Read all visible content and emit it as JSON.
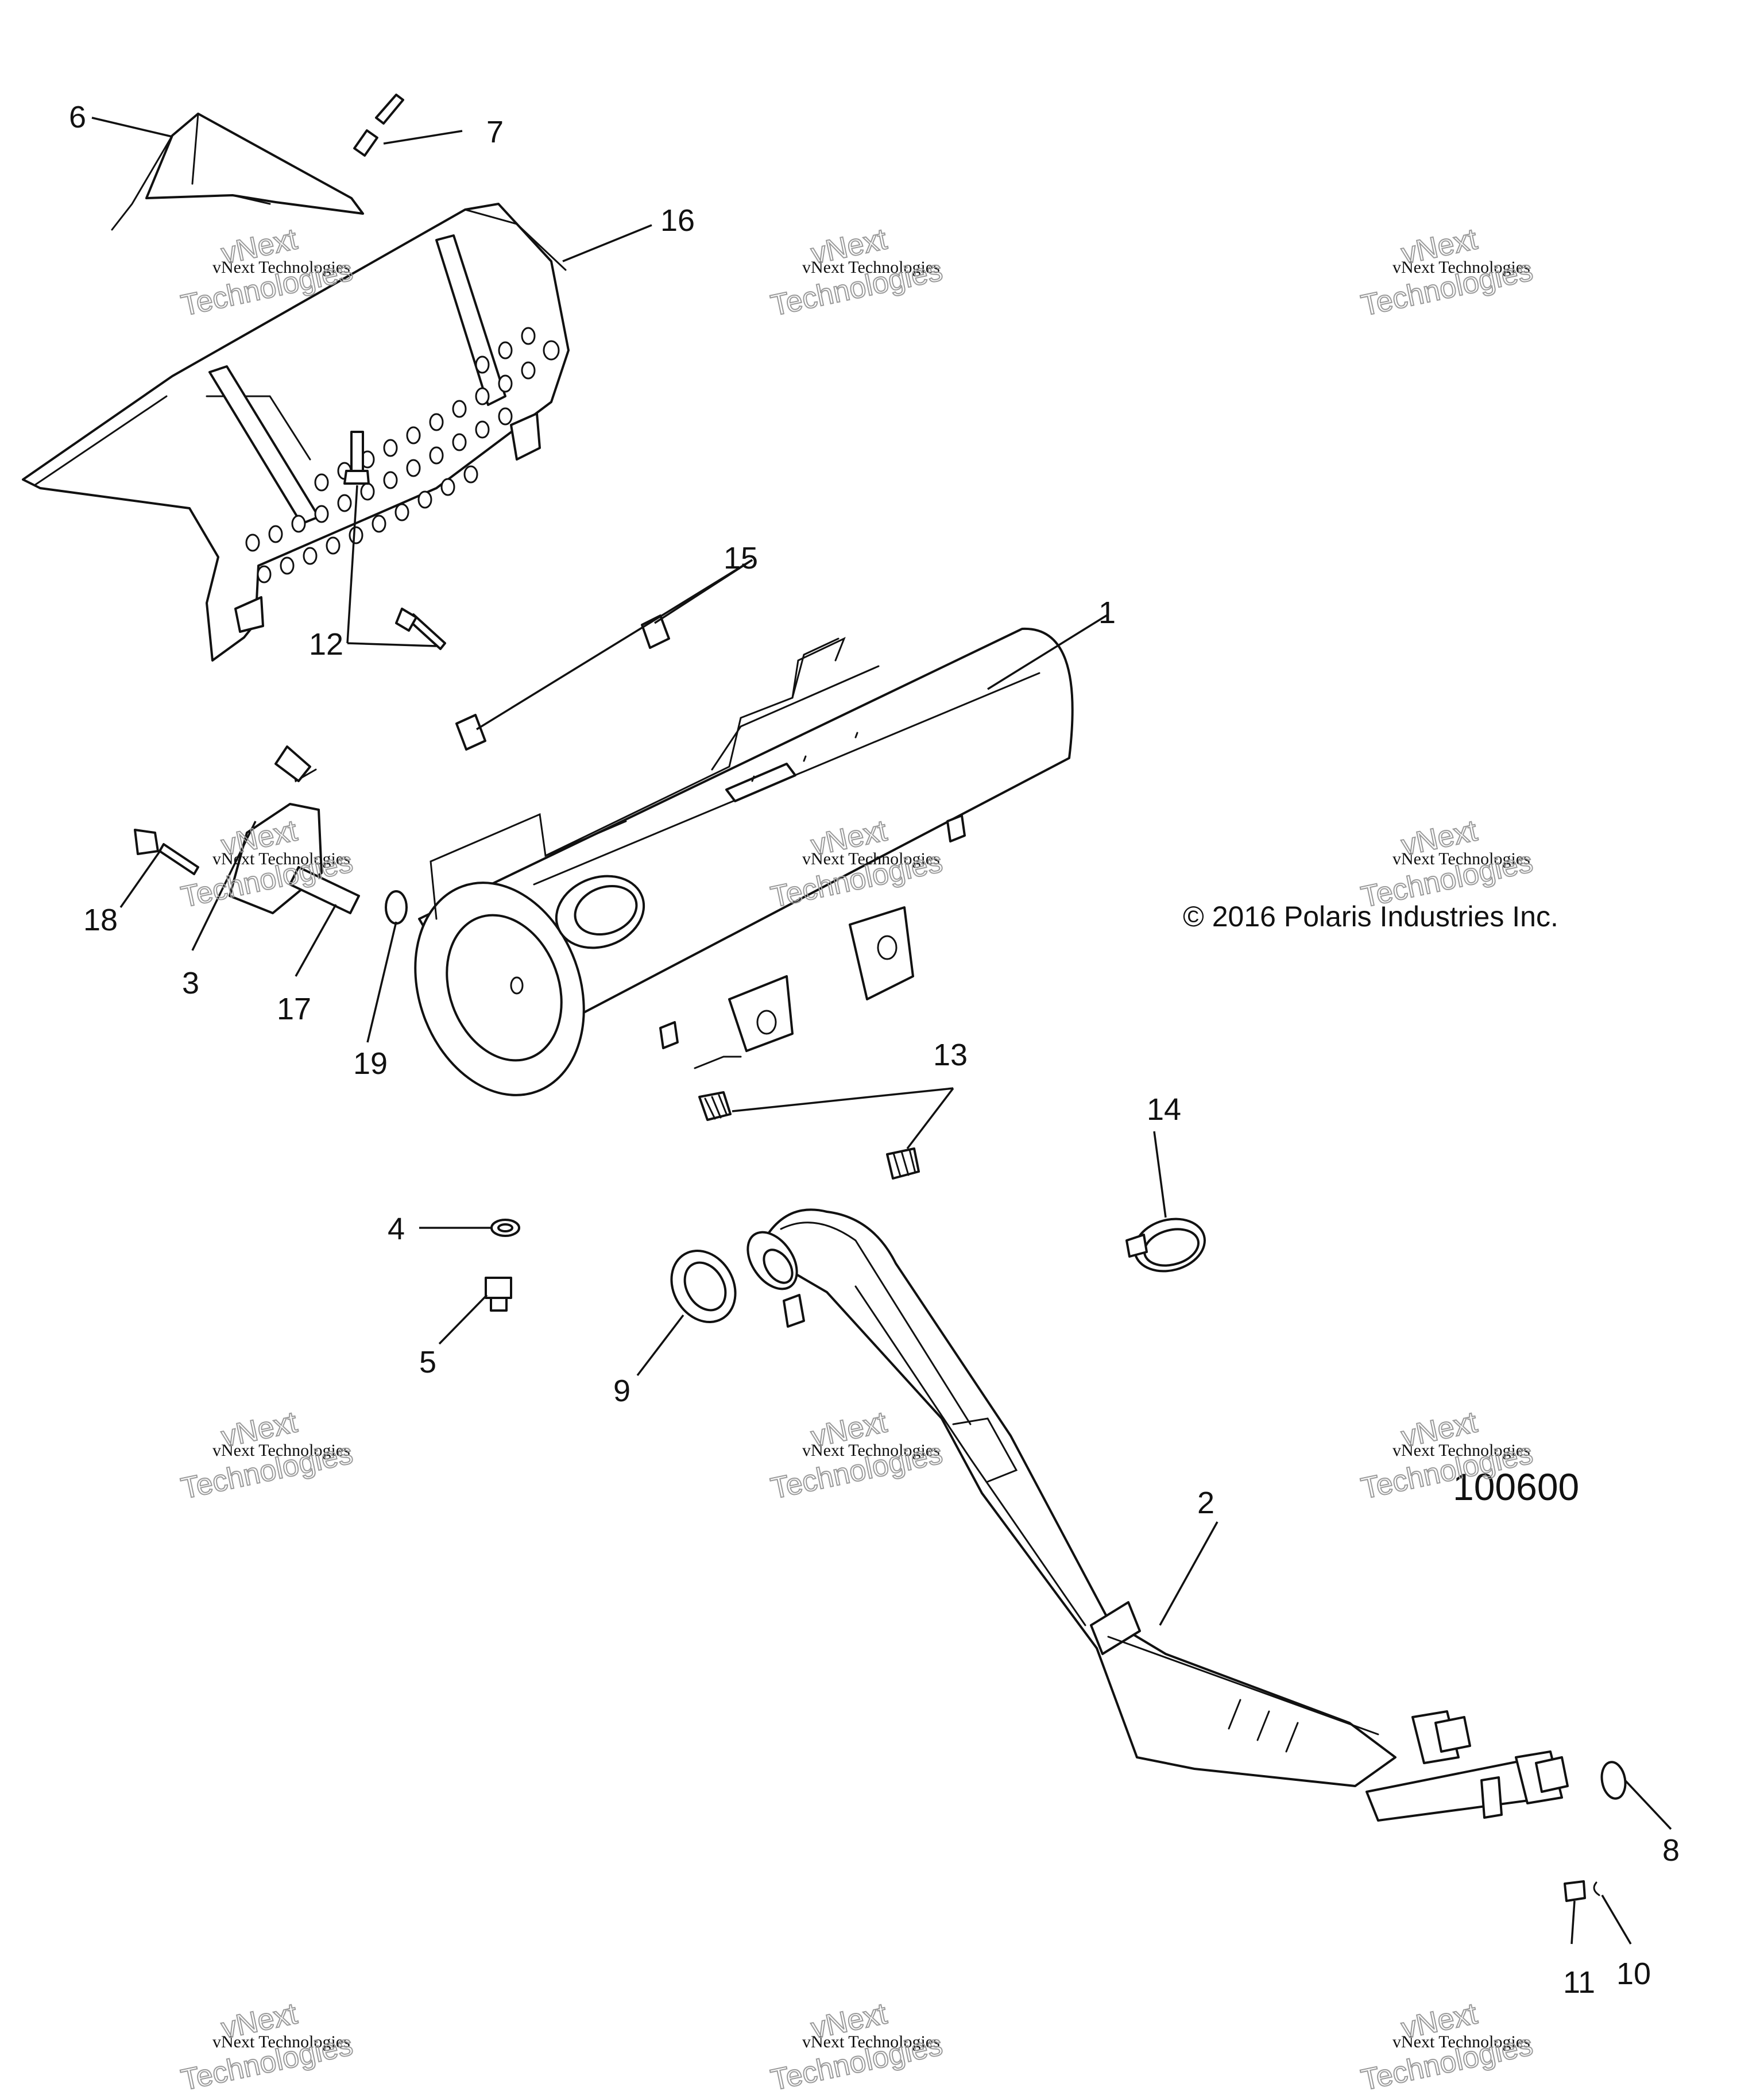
{
  "diagram": {
    "copyright": "© 2016 Polaris Industries Inc.",
    "figure_number": "100600",
    "callouts": [
      "1",
      "2",
      "3",
      "4",
      "5",
      "6",
      "7",
      "8",
      "9",
      "10",
      "11",
      "12",
      "13",
      "14",
      "15",
      "16",
      "17",
      "18",
      "19"
    ],
    "watermark": {
      "line1": "vNext Technologies",
      "line2": "vNext",
      "line3": "Technologies"
    }
  }
}
